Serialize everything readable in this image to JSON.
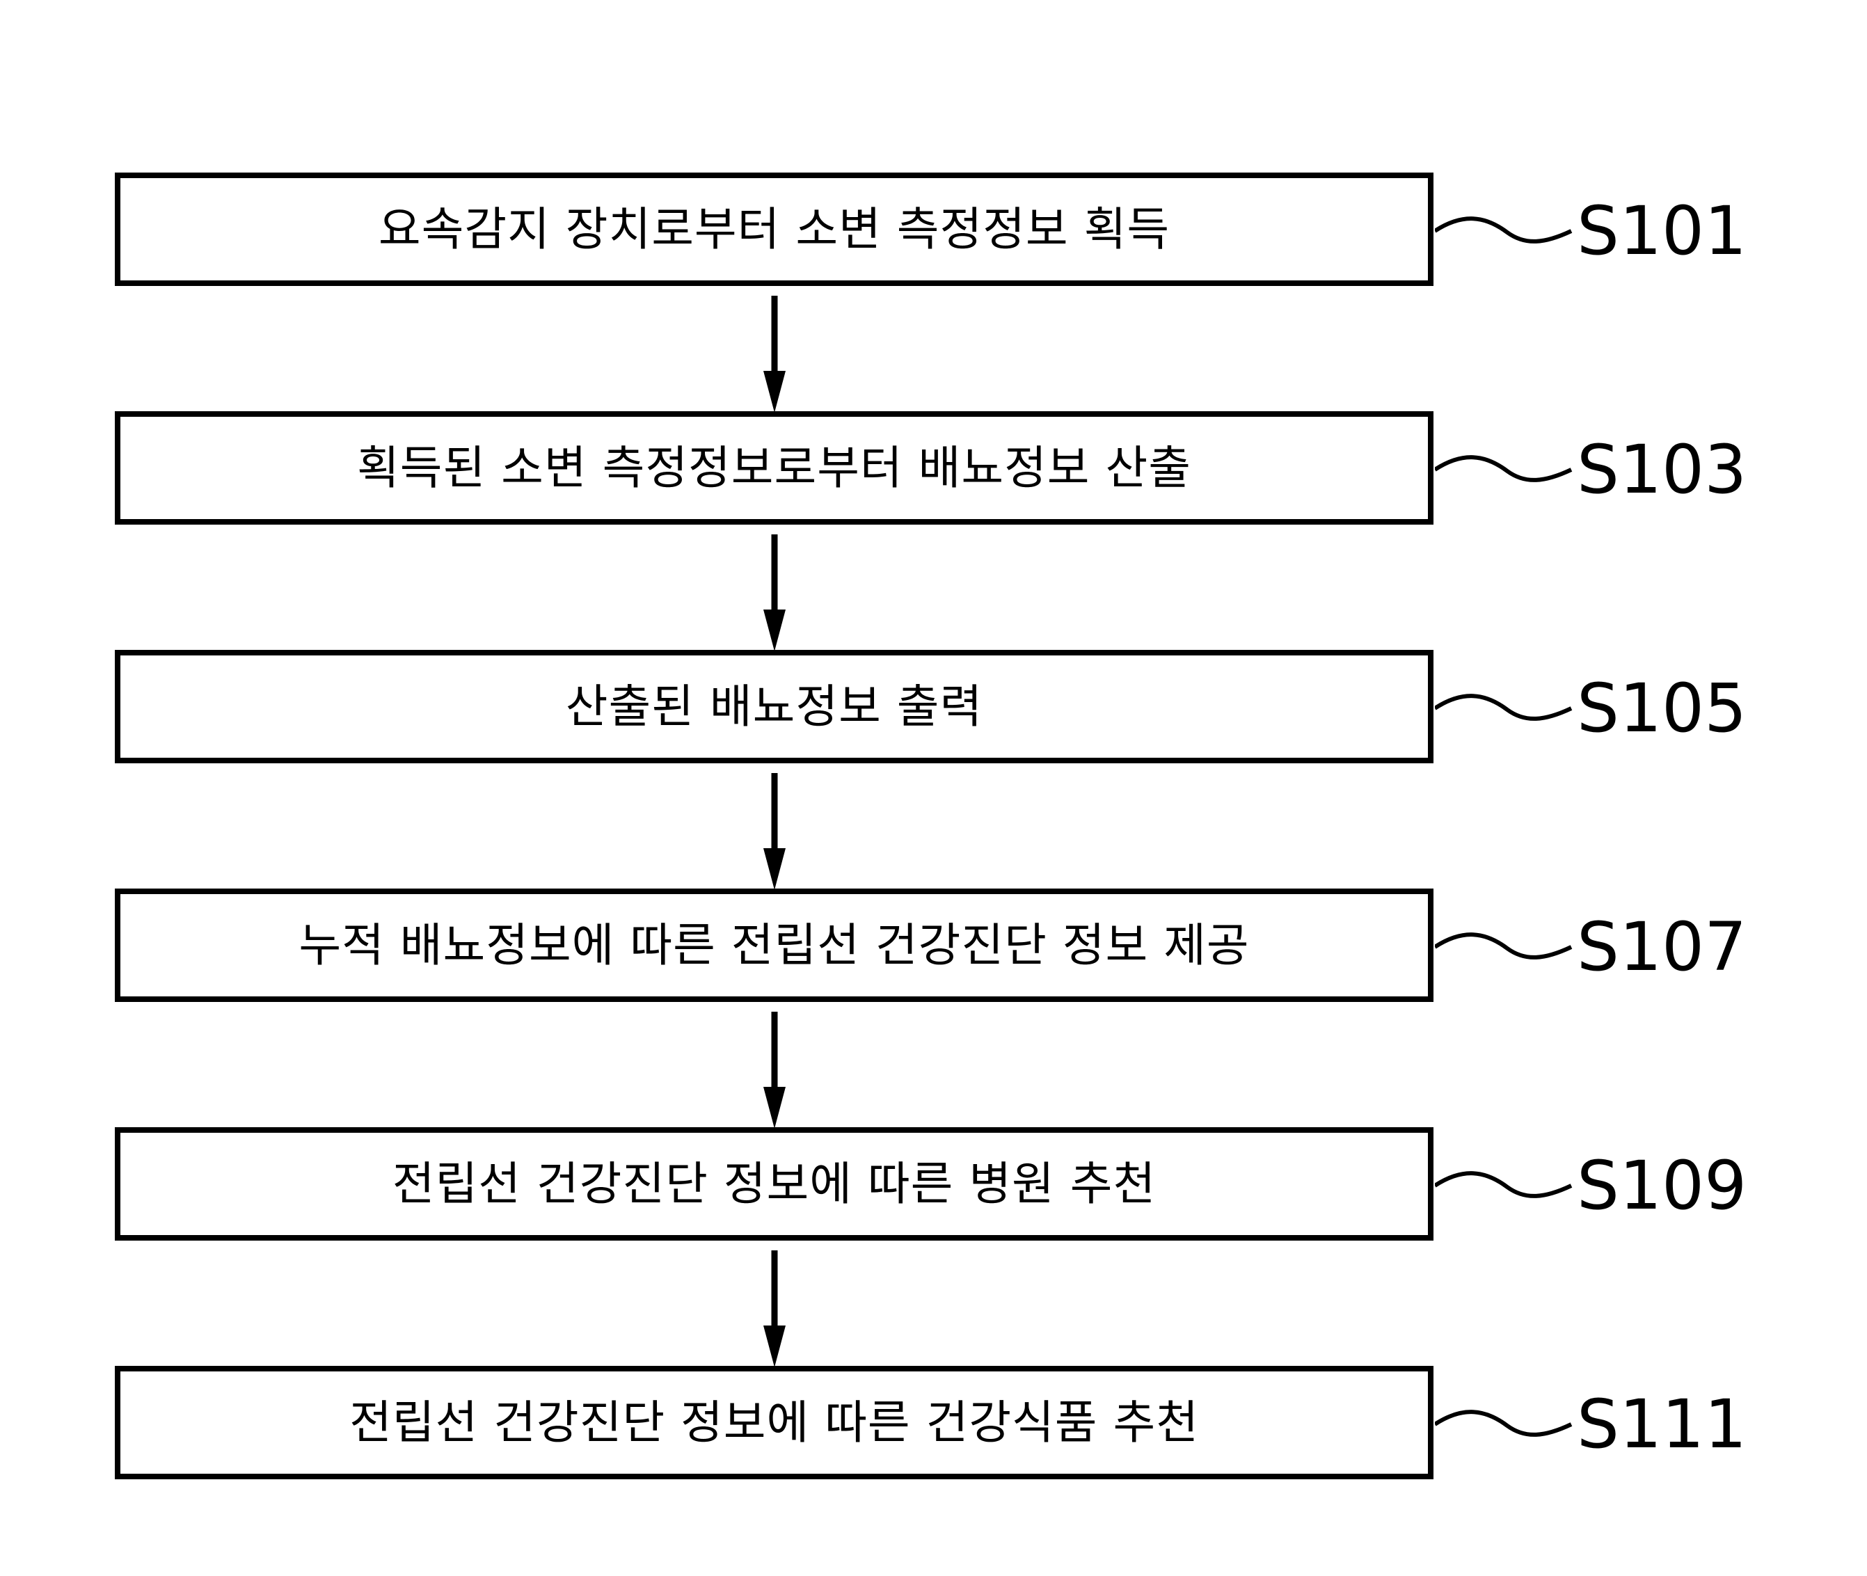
{
  "diagram": {
    "type": "flowchart",
    "orientation": "vertical",
    "language": "ko",
    "background_color": "#FFFFFF",
    "line_color": "#000000",
    "text_color": "#000000"
  },
  "steps": [
    {
      "id": "S101",
      "text": "요속감지 장치로부터 소변 측정정보 획득",
      "ref_label": "S101"
    },
    {
      "id": "S103",
      "text": "획득된 소변 측정정보로부터 배뇨정보 산출",
      "ref_label": "S103"
    },
    {
      "id": "S105",
      "text": "산출된 배뇨정보 출력",
      "ref_label": "S105"
    },
    {
      "id": "S107",
      "text": "누적 배뇨정보에 따른 전립선 건강진단 정보 제공",
      "ref_label": "S107"
    },
    {
      "id": "S109",
      "text": "전립선 건강진단 정보에 따른 병원 추천",
      "ref_label": "S109"
    },
    {
      "id": "S111",
      "text": "전립선 건강진단 정보에 따른 건강식품 추천",
      "ref_label": "S111"
    }
  ]
}
